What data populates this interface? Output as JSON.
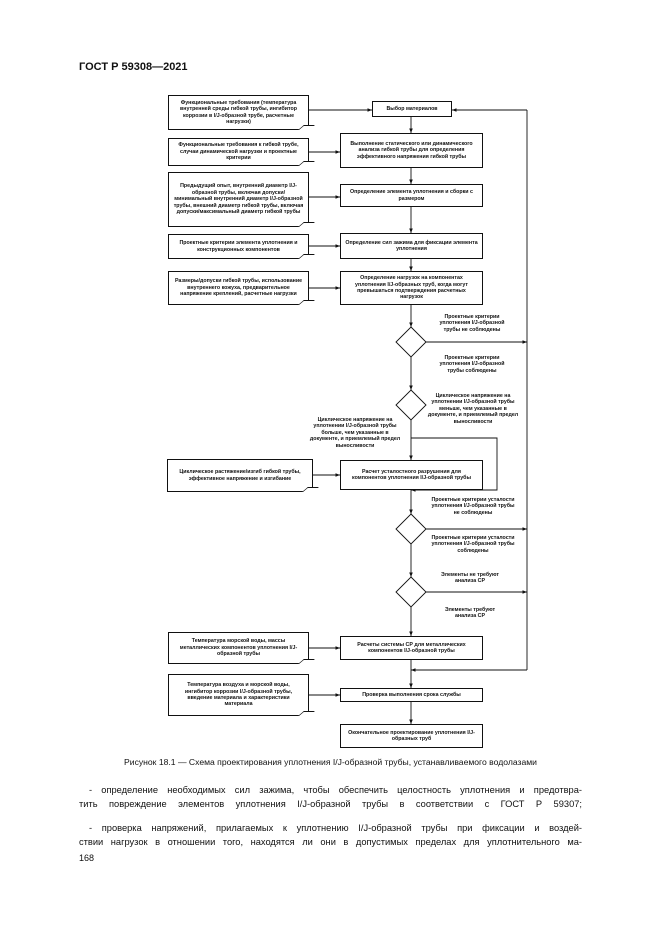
{
  "header": {
    "standard": "ГОСТ Р 59308—2021"
  },
  "flowchart": {
    "inputs": [
      "Функциональные требования (температура внутренней среды гибкой трубы, ингибитор коррозии в I/J-образной трубе, расчетные нагрузки)",
      "Функциональные требования к гибкой трубе, случаи динамической нагрузки и проектные критерии",
      "Предыдущий опыт, внутренний диаметр I/J-образной трубы, включая допуски/ минимальный внутренний диаметр I/J-образной трубы, внешний диаметр гибкой трубы, включая допуски/максимальный диаметр гибкой трубы",
      "Проектные критерии элемента уплотнения и конструкционных компонентов",
      "Размеры/допуски гибкой трубы, использование внутреннего кожуха, предварительное напряжение креплений, расчетные нагрузки",
      "Циклическое растяжение/изгиб гибкой трубы, эффективное напряжение и изгибание",
      "Температура морской воды, массы металлических компонентов уплотнения I/J-образной трубы",
      "Температура воздуха и морской воды, ингибитор коррозии I/J-образной трубы, введение материала и характеристики материала"
    ],
    "steps": [
      "Выбор материалов",
      "Выполнение статического или динамического анализа гибкой трубы для определения эффективного напряжения гибкой трубы",
      "Определение элемента уплотнения и сборки с размером",
      "Определение сил зажима для фиксации элемента уплотнения",
      "Определение нагрузок на компонентах уплотнения I/J-образных труб, когда могут превышаться подтверждения расчетных нагрузок",
      "Расчет усталостного разрушения для компонентов уплотнения I/J-образной трубы",
      "Расчеты системы СР для металлических компонентов I/J-образной трубы",
      "Проверка выполнения срока службы",
      "Окончательное проектирование уплотнения I/J-образных труб"
    ],
    "labels": [
      "Проектные критерии уплотнения I/J-образной трубы не соблюдены",
      "Проектные критерии уплотнения I/J-образной трубы соблюдены",
      "Циклическое напряжение на уплотнении I/J-образной трубы меньше, чем указанные в документе, и приемлемый предел выносливости",
      "Циклическое напряжение на уплотнении I/J-образной трубы больше, чем указанные в документе, и приемлемый предел выносливости",
      "Проектные критерии усталости уплотнения I/J-образной трубы не соблюдены",
      "Проектные критерии усталости уплотнения I/J-образной трубы соблюдены",
      "Элементы не требуют анализа СР",
      "Элементы требуют анализа СР"
    ]
  },
  "caption": "Рисунок 18.1 — Схема проектирования уплотнения I/J-образной трубы, устанавливаемого водолазами",
  "body": [
    "- определение необходимых сил зажима, чтобы обеспечить целостность уплотнения и предотвра-",
    "тить повреждение элементов уплотнения I/J-образной трубы в соответствии с ГОСТ Р 59307;",
    "- проверка напряжений, прилагаемых к уплотнению I/J-образной трубы при фиксации и воздей-",
    "ствии нагрузок в отношении того, находятся ли они в допустимых пределах для уплотнительного ма-"
  ],
  "page_number": "168"
}
